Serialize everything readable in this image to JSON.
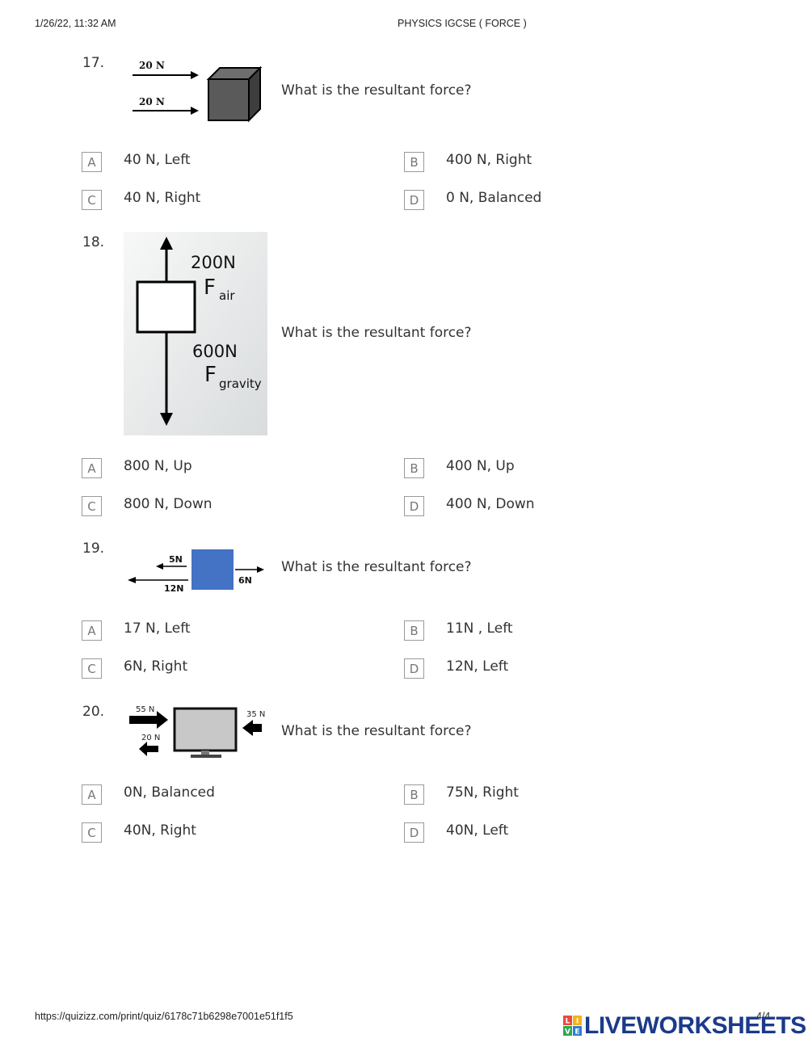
{
  "header": {
    "datetime": "1/26/22, 11:32 AM",
    "title": "PHYSICS IGCSE ( FORCE )"
  },
  "questions": [
    {
      "number": "17.",
      "text": "What is the resultant force?",
      "figure_labels": {
        "top_arrow": "20 N",
        "bottom_arrow": "20 N"
      },
      "options": [
        {
          "letter": "A",
          "text": "40 N, Left"
        },
        {
          "letter": "B",
          "text": "400 N, Right"
        },
        {
          "letter": "C",
          "text": "40 N, Right"
        },
        {
          "letter": "D",
          "text": "0 N, Balanced"
        }
      ]
    },
    {
      "number": "18.",
      "text": "What is the resultant force?",
      "figure_labels": {
        "up_value": "200N",
        "up_symbol": "F",
        "up_sub": "air",
        "down_value": "600N",
        "down_symbol": "F",
        "down_sub": "gravity"
      },
      "options": [
        {
          "letter": "A",
          "text": "800 N, Up"
        },
        {
          "letter": "B",
          "text": "400 N, Up"
        },
        {
          "letter": "C",
          "text": "800 N, Down"
        },
        {
          "letter": "D",
          "text": "400 N, Down"
        }
      ]
    },
    {
      "number": "19.",
      "text": "What is the resultant force?",
      "figure_labels": {
        "left_small": "5N",
        "left_long": "12N",
        "right": "6N"
      },
      "options": [
        {
          "letter": "A",
          "text": "17 N, Left"
        },
        {
          "letter": "B",
          "text": "11N , Left"
        },
        {
          "letter": "C",
          "text": "6N, Right"
        },
        {
          "letter": "D",
          "text": "12N, Left"
        }
      ]
    },
    {
      "number": "20.",
      "text": "What is the resultant force?",
      "figure_labels": {
        "left_big": "55 N",
        "left_small": "20 N",
        "right": "35 N"
      },
      "options": [
        {
          "letter": "A",
          "text": "0N, Balanced"
        },
        {
          "letter": "B",
          "text": "75N, Right"
        },
        {
          "letter": "C",
          "text": "40N, Right"
        },
        {
          "letter": "D",
          "text": "40N, Left"
        }
      ]
    }
  ],
  "footer": {
    "url": "https://quizizz.com/print/quiz/6178c71b6298e7001e51f1f5",
    "page": "4/4",
    "logo_text": "LIVEWORKSHEETS",
    "logo_tiles": [
      "L",
      "I",
      "V",
      "E"
    ]
  },
  "colors": {
    "text": "#333333",
    "option_border": "#9a9a9a",
    "cube_face": "#5a5a5a",
    "blue_square": "#4472c4",
    "monitor_screen": "#c8c8c8",
    "logo_blue": "#1b3a8a"
  }
}
